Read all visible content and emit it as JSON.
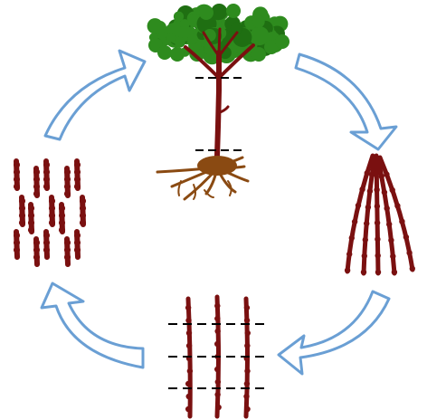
{
  "diagram": {
    "stages": [
      {
        "id": "tree",
        "icon": "tree-with-roots-icon"
      },
      {
        "id": "stems",
        "icon": "leaning-stems-bundle-icon"
      },
      {
        "id": "cut-stems",
        "icon": "stems-with-cut-lines-icon"
      },
      {
        "id": "cuttings",
        "icon": "stem-cuttings-grid-icon"
      }
    ],
    "arrow_count": 4,
    "colors": {
      "arrow_stroke": "#6a9fd4",
      "arrow_fill": "#ffffff",
      "foliage": "#2e8b1e",
      "foliage_dark": "#1f6f12",
      "stem": "#7a1010",
      "stem_dark": "#5a0a0a",
      "root": "#8a4a12",
      "cut_line": "#000000"
    }
  }
}
